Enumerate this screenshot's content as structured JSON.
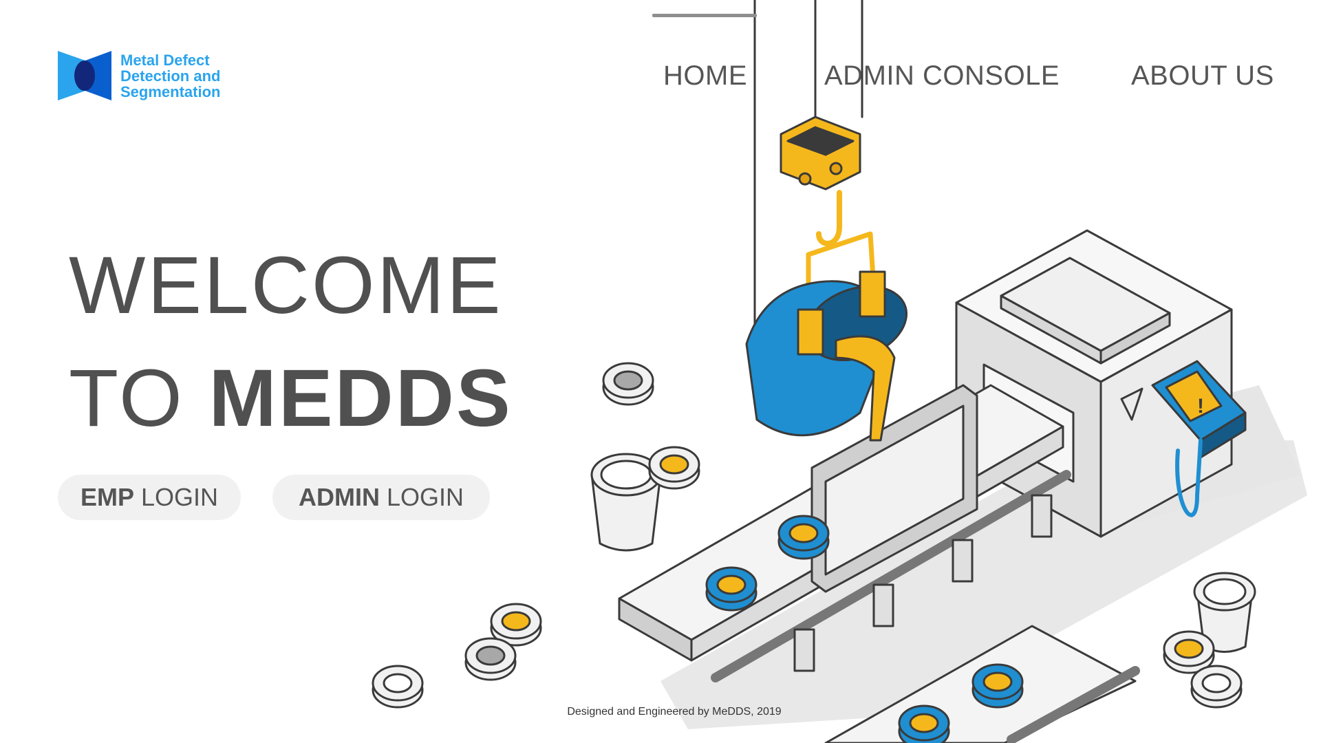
{
  "brand": {
    "line1": "Metal Defect",
    "line2": "Detection and",
    "line3": "Segmentation",
    "logo_icon": "medds-logo-icon",
    "color": "#2aa4ec"
  },
  "nav": {
    "home": "HOME",
    "admin_console": "ADMIN CONSOLE",
    "about_us": "ABOUT US"
  },
  "hero": {
    "line1": "WELCOME",
    "line2_regular": "TO",
    "line2_bold": "MEDDS"
  },
  "buttons": {
    "emp_bold": "EMP",
    "emp_light": "LOGIN",
    "admin_bold": "ADMIN",
    "admin_light": "LOGIN"
  },
  "illustration": {
    "icon": "factory-conveyor-illustration",
    "colors": {
      "blue": "#1f8fd1",
      "yellow": "#f5b81c",
      "grey": "#e6e6e6",
      "outline": "#3a3a3a"
    }
  },
  "footer": {
    "text": "Designed and Engineered by MeDDS, 2019"
  }
}
